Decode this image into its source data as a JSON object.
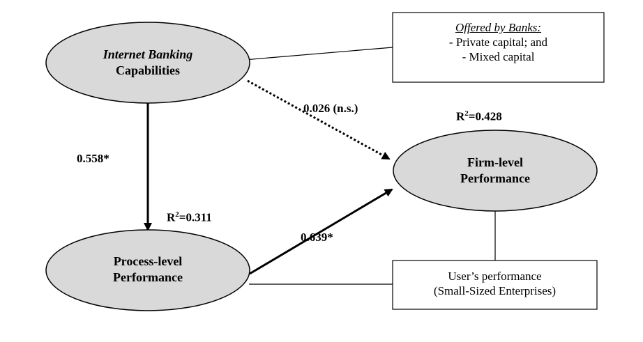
{
  "nodes": {
    "internet_banking": {
      "line1": "Internet Banking",
      "line2": "Capabilities"
    },
    "process_level": {
      "line1": "Process-level",
      "line2": "Performance"
    },
    "firm_level": {
      "line1": "Firm-level",
      "line2": "Performance"
    }
  },
  "boxes": {
    "offered_by_banks": {
      "title": "Offered by Banks:",
      "line1": "- Private capital; and",
      "line2": "- Mixed capital"
    },
    "users_performance": {
      "line1": "User’s performance",
      "line2": "(Small-Sized Enterprises)"
    }
  },
  "paths": {
    "ib_to_process": {
      "coef": "0.558*"
    },
    "ib_to_firm": {
      "coef": "0.026 (n.s.)"
    },
    "process_to_firm": {
      "coef": "0.639*"
    }
  },
  "r_squared": {
    "process": {
      "prefix": "R",
      "sup": "2",
      "value": "=0.311"
    },
    "firm": {
      "prefix": "R",
      "sup": "2",
      "value": "=0.428"
    }
  },
  "colors": {
    "ellipse_fill": "#d9d9d9",
    "stroke": "#000000"
  }
}
